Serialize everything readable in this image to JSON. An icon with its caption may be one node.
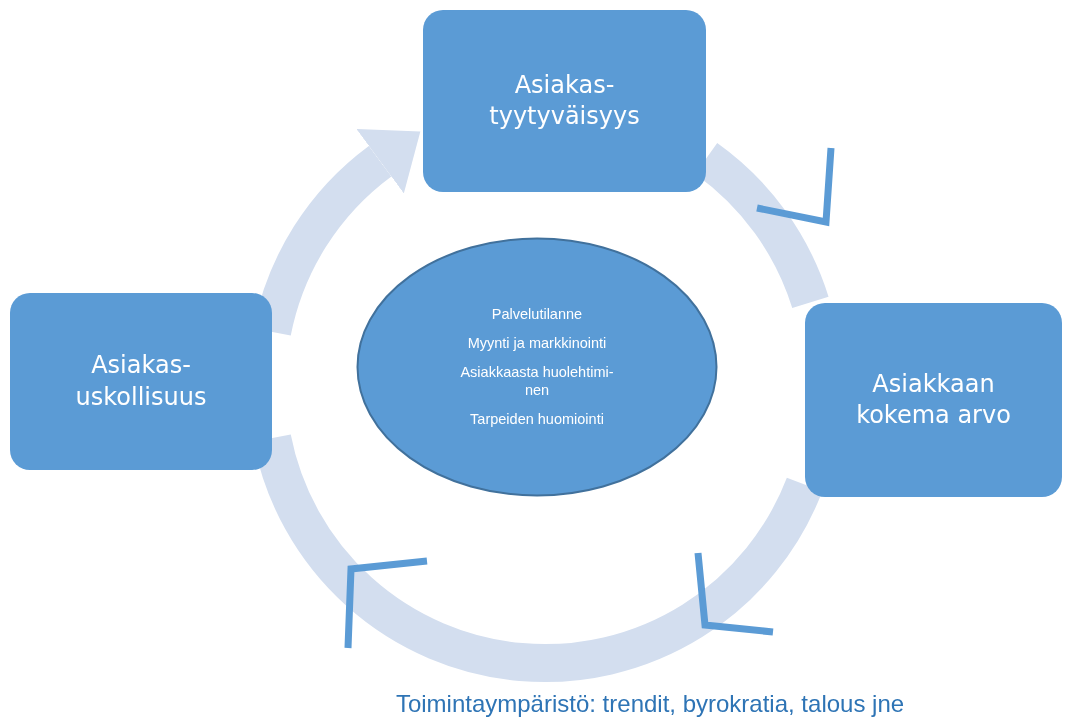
{
  "diagram": {
    "nodes": [
      {
        "text": [
          "Asiakas- tyytyväisyys"
        ]
      },
      {
        "text": [
          "Asiakkaan kokema arvo"
        ]
      },
      {
        "text": [
          "Asiakas- uskollisuus"
        ]
      },
      {
        "text": [
          "Palvelutilanne",
          "Myynti ja markkinointi",
          "Asiakkaasta huolehtimi- nen",
          "Tarpeiden huomiointi"
        ]
      }
    ],
    "edges": [
      {
        "from": 0,
        "to": 1,
        "arrow": "none"
      },
      {
        "from": 1,
        "to": 2,
        "arrow": "none"
      },
      {
        "from": 2,
        "to": 0,
        "arrow": "to"
      }
    ],
    "labels": [
      "Toimintaympäristö: trendit, byrokratia, talous jne"
    ]
  }
}
